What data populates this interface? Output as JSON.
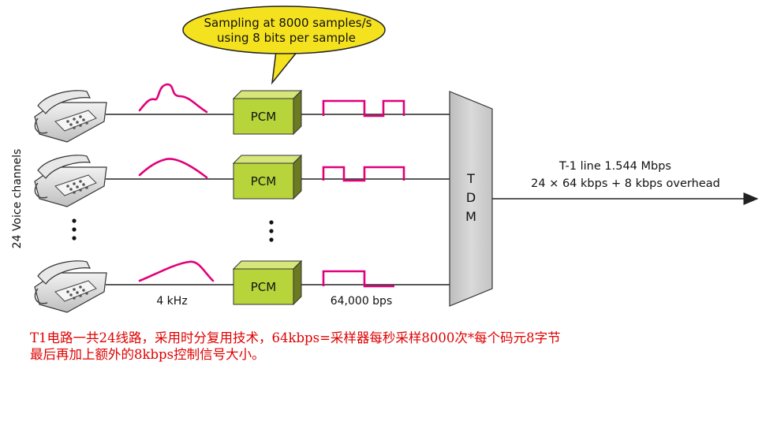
{
  "callout": {
    "line1": "Sampling at 8000 samples/s",
    "line2": "using 8 bits per sample"
  },
  "side_label": "24 Voice channels",
  "pcm_label": "PCM",
  "tdm_letters": [
    "T",
    "D",
    "M"
  ],
  "output": {
    "line1": "T-1 line 1.544 Mbps",
    "line2": "24 × 64 kbps + 8 kbps overhead"
  },
  "analog_label": "4 kHz",
  "digital_label": "64,000 bps",
  "caption": {
    "line1": "T1电路一共24线路，采用时分复用技术，64kbps=采样器每秒采样8000次*每个码元8字节",
    "line2": "最后再加上额外的8kbps控制信号大小。"
  },
  "colors": {
    "callout_fill": "#f5e21f",
    "pcm_front": "#b7d53b",
    "pcm_side": "#6c7a22",
    "pcm_top": "#d6e67a",
    "signal": "#e0007a",
    "tdm_fill": "#cfcfcf",
    "caption": "#e00000"
  }
}
